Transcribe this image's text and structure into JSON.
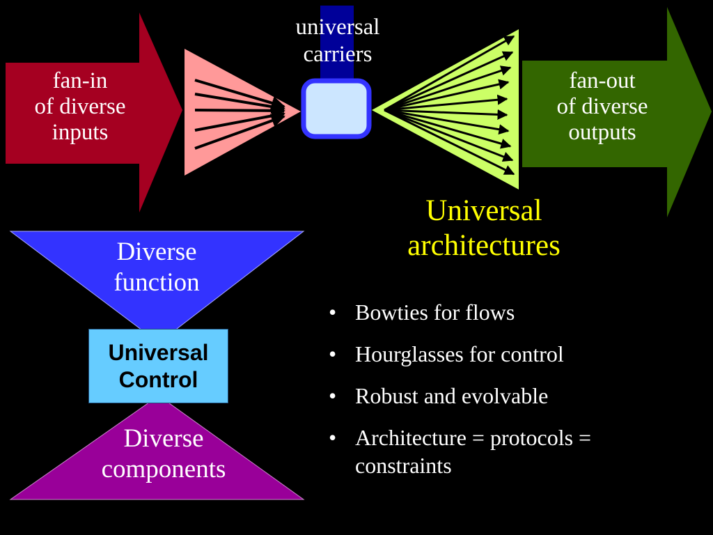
{
  "bowtie": {
    "fan_in_label": [
      "fan-in",
      "of diverse",
      "inputs"
    ],
    "fan_out_label": [
      "fan-out",
      "of diverse",
      "outputs"
    ],
    "carriers_label": [
      "universal",
      "carriers"
    ],
    "colors": {
      "fan_in_arrow": "#a50021",
      "fan_out_arrow": "#336600",
      "fan_in_triangle": "#ff9999",
      "fan_out_triangle": "#ccff66",
      "carrier_fill": "#cce6ff",
      "carrier_border": "#3333ff",
      "carrier_stem": "#000099"
    }
  },
  "title": [
    "Universal",
    "architectures"
  ],
  "hourglass": {
    "top_label": [
      "Diverse",
      "function"
    ],
    "middle_label": [
      "Universal",
      "Control"
    ],
    "bottom_label": [
      "Diverse",
      "components"
    ],
    "colors": {
      "top": "#3333ff",
      "middle": "#66ccff",
      "bottom": "#990099"
    }
  },
  "bullets": [
    "Bowties for flows",
    "Hourglasses for control",
    "Robust and evolvable",
    "Architecture = protocols = constraints"
  ],
  "bullet_symbol": "•",
  "title_color": "#ffff00"
}
